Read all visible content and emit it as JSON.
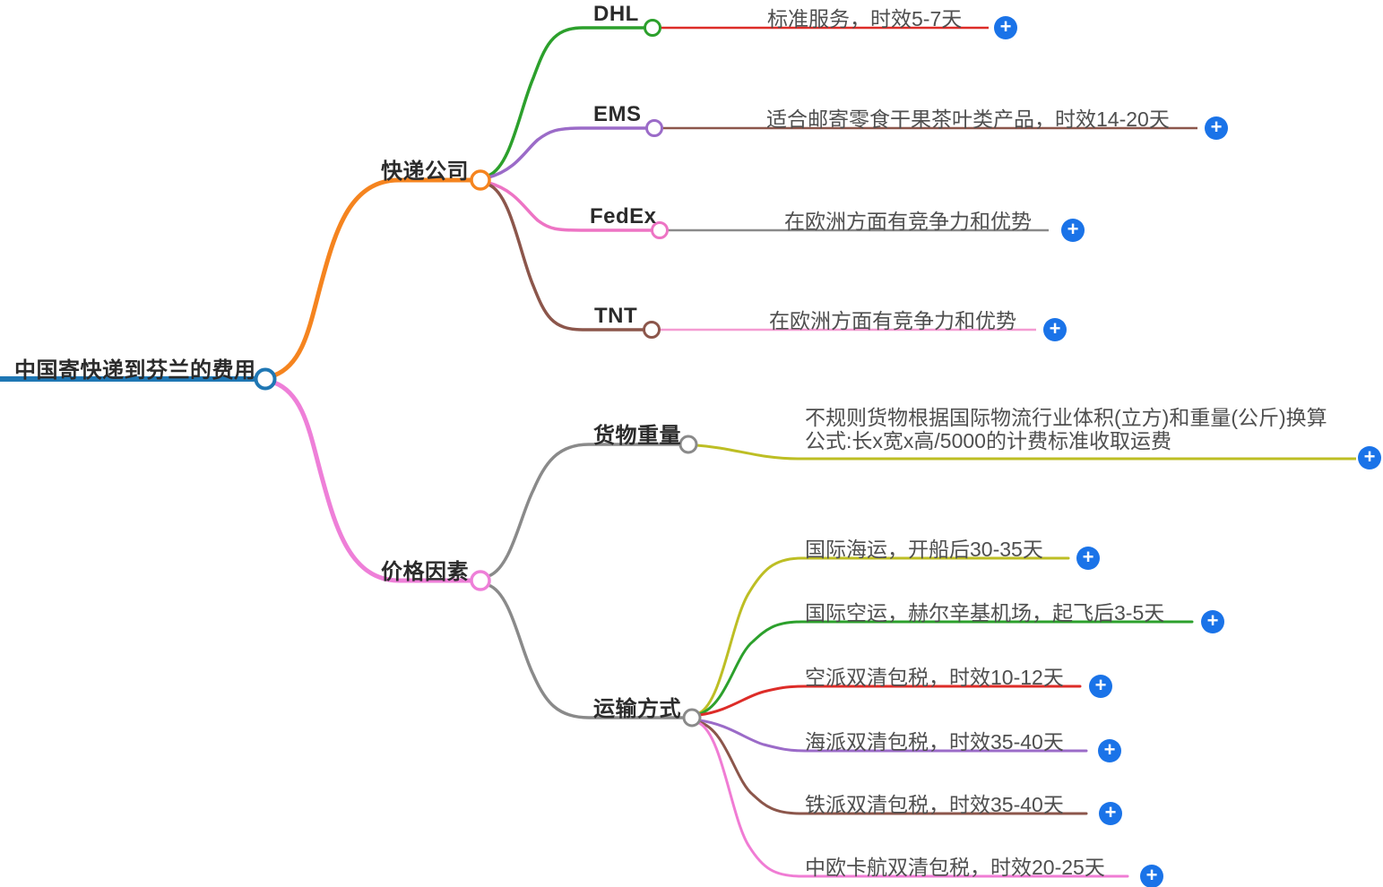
{
  "icons": {
    "plus_glyph": "+"
  },
  "palette": {
    "root_blue": "#1F77B4",
    "orange": "#F5841F",
    "green": "#2CA02C",
    "purple": "#9B6BC8",
    "pink": "#ED74C4",
    "orchid": "#EE7FD8",
    "light_pink": "#F49BD2",
    "brown": "#8C564B",
    "red": "#DD2C28",
    "gray": "#8A8A8A",
    "olive": "#BDBE24",
    "plus_button_blue": "#1A73E8",
    "label_text": "#2B2B2B",
    "leaf_text": "#4F4F4F"
  },
  "root": {
    "label": "中国寄快递到芬兰的费用"
  },
  "branches": [
    {
      "label": "快递公司",
      "children": [
        {
          "label": "DHL",
          "children": [
            {
              "label": "标准服务，时效5-7天"
            }
          ]
        },
        {
          "label": "EMS",
          "children": [
            {
              "label": "适合邮寄零食干果茶叶类产品，时效14-20天"
            }
          ]
        },
        {
          "label": "FedEx",
          "children": [
            {
              "label": "在欧洲方面有竞争力和优势"
            }
          ]
        },
        {
          "label": "TNT",
          "children": [
            {
              "label": "在欧洲方面有竞争力和优势"
            }
          ]
        }
      ]
    },
    {
      "label": "价格因素",
      "children": [
        {
          "label": "货物重量",
          "children": [
            {
              "label": "不规则货物根据国际物流行业体积(立方)和重量(公斤)换算公式:长x宽x高/5000的计费标准收取运费"
            }
          ]
        },
        {
          "label": "运输方式",
          "children": [
            {
              "label": "国际海运，开船后30-35天"
            },
            {
              "label": "国际空运，赫尔辛基机场，起飞后3-5天"
            },
            {
              "label": "空派双清包税，时效10-12天"
            },
            {
              "label": "海派双清包税，时效35-40天"
            },
            {
              "label": "铁派双清包税，时效35-40天"
            },
            {
              "label": "中欧卡航双清包税，时效20-25天"
            }
          ]
        }
      ]
    }
  ]
}
